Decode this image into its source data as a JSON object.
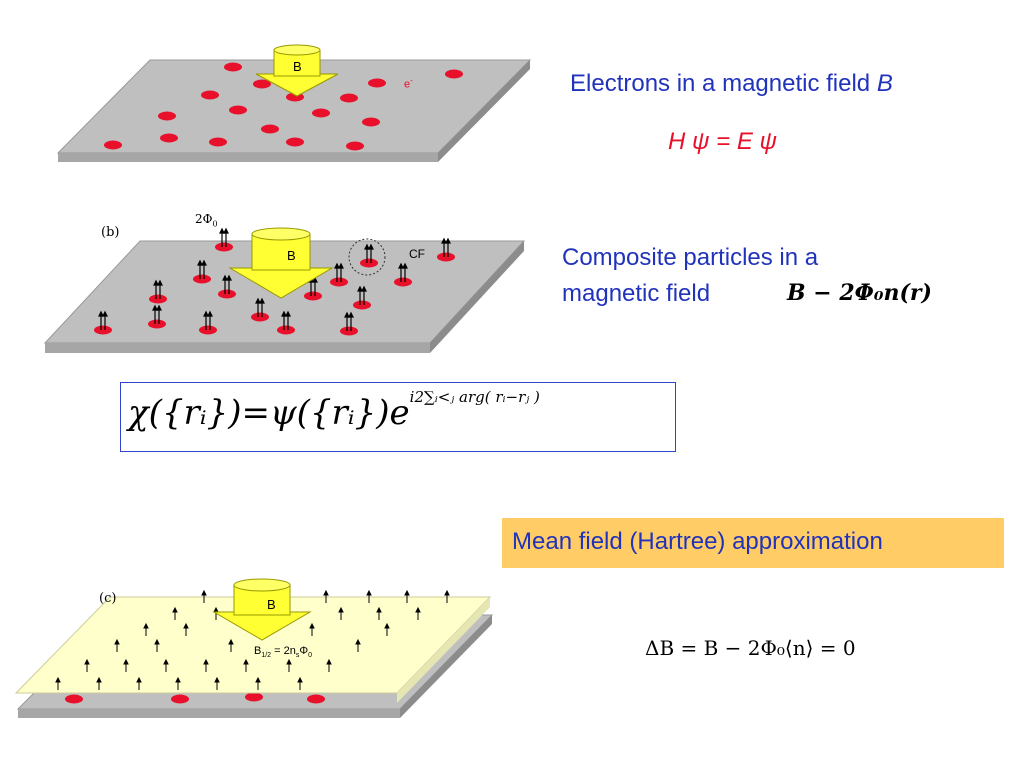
{
  "panel_a": {
    "field_label": "B",
    "electron_label": "e",
    "electron_sup": "-"
  },
  "panel_b": {
    "label": "(b)",
    "flux_label": "2Φ",
    "flux_sub": "0",
    "field_label": "B",
    "cf_label": "CF"
  },
  "panel_c": {
    "label": "(c)",
    "field_label": "B",
    "half_label": "B",
    "half_sub": "1/2",
    "half_eq": " = 2n",
    "half_sub2": "s",
    "half_phi": "Φ",
    "half_sub3": "0"
  },
  "text": {
    "title_a": "Electrons in a magnetic  field ",
    "title_a_var": "B",
    "eq_a": "H ψ = E ψ",
    "title_b_line1": "Composite particles in a",
    "title_b_line2": "magnetic field",
    "eq_b": "B − 2Φ₀n(r)",
    "formula_main": "χ({rᵢ})=ψ({rᵢ})e",
    "formula_exp": "i2∑ᵢ<ⱼ arg( rᵢ−rⱼ )",
    "mean_field": "Mean field (Hartree) approximation",
    "eq_c": "ΔB = B − 2Φ₀⟨n⟩ = 0"
  },
  "colors": {
    "blue_text": "#2233bb",
    "red_text": "#e8102a",
    "electron": "#e8102a",
    "plate": "#bfbfbf",
    "plate_yellow": "#ffffcc",
    "arrow": "#ffff33",
    "highlight": "#ffcc66"
  }
}
